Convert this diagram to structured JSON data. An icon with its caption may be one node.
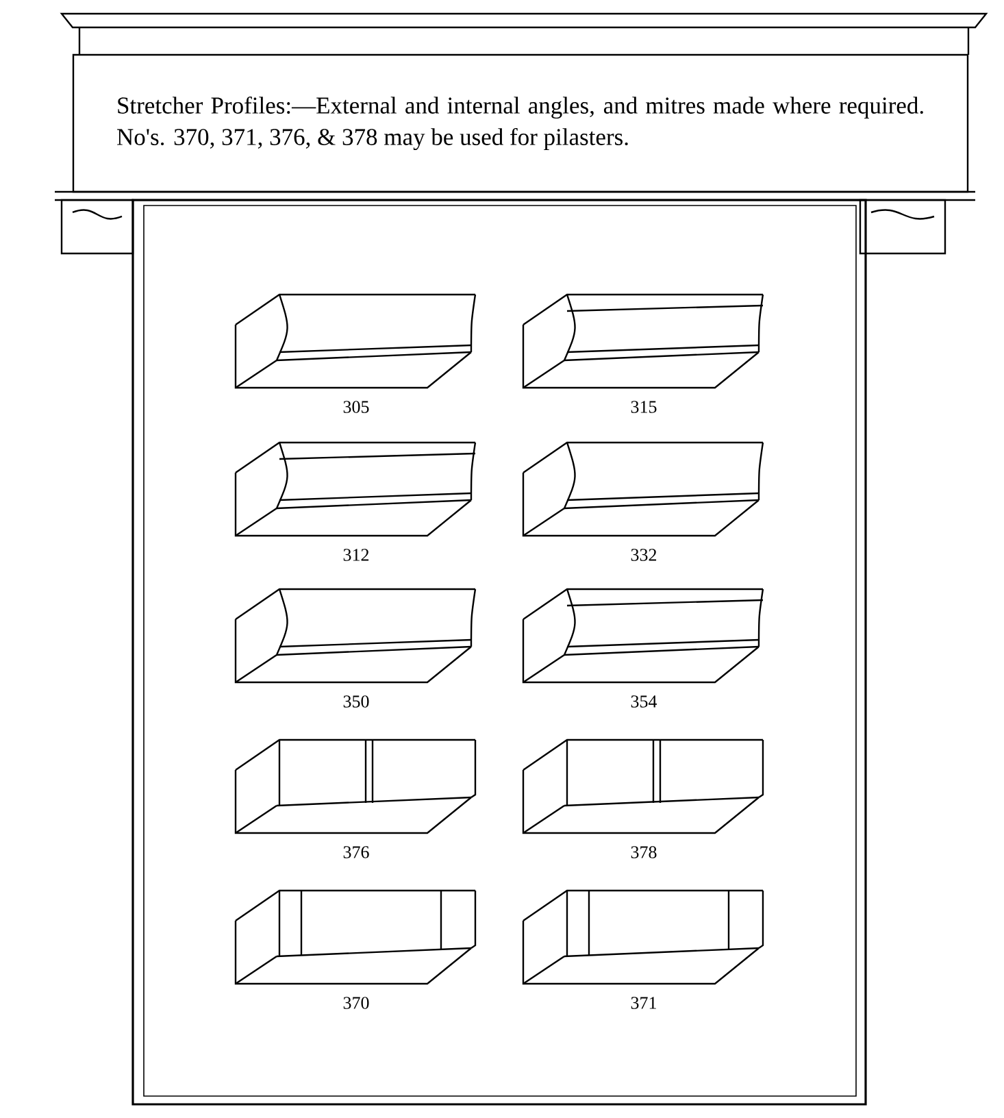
{
  "diagram": {
    "nodes": [
      {
        "text": [
          "Stretcher Profiles:—External and internal angles, and mitres made where required. No's. 370, 371, 376, & 378 may be used for pilasters."
        ]
      }
    ],
    "labels": [
      "305",
      "315",
      "312",
      "332",
      "350",
      "354",
      "376",
      "378",
      "370",
      "371"
    ]
  }
}
